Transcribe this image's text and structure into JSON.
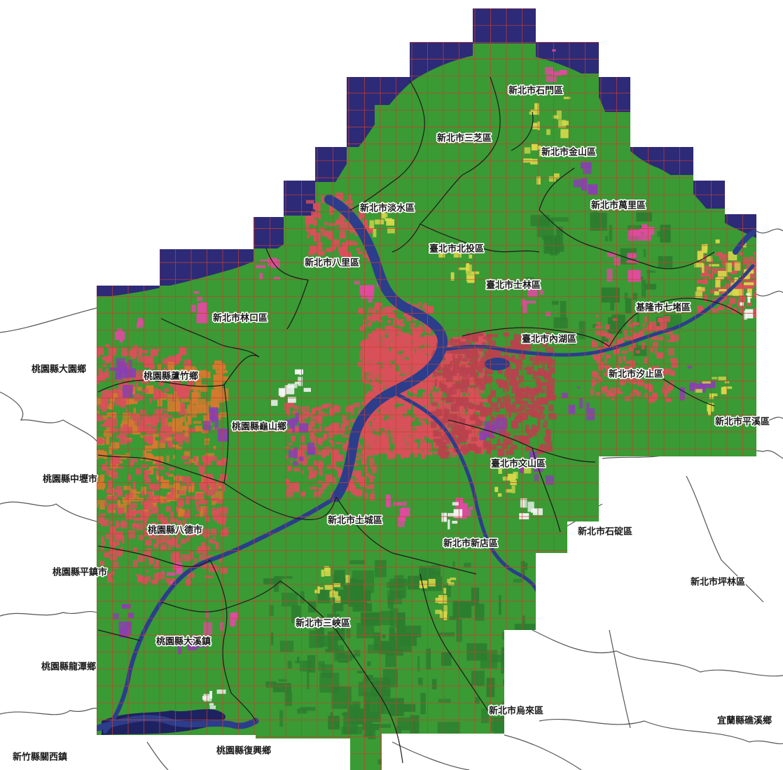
{
  "colors": {
    "sea": "#2d2a78",
    "land": "#3a9a34",
    "forest_dark": "#2c7d2f",
    "urban": "#d9505a",
    "urban_core": "#b8424f",
    "pink": "#e04aa0",
    "purple": "#8a3fb2",
    "orange": "#d47a2e",
    "yellow": "#d8d84a",
    "river": "#2c3d8c",
    "grid": "#c8402f",
    "boundary": "#1b1b1b",
    "outside": "#ffffff",
    "outside_boundary": "#555555"
  },
  "legend_icons": [
    "district-boundary",
    "tile-grid"
  ],
  "districts": [
    {
      "id": "shimen",
      "label": "新北市石門區"
    },
    {
      "id": "sanzhi",
      "label": "新北市三芝區"
    },
    {
      "id": "jinshan",
      "label": "新北市金山區"
    },
    {
      "id": "wanli",
      "label": "新北市萬里區"
    },
    {
      "id": "tamsui",
      "label": "新北市淡水區"
    },
    {
      "id": "beitou",
      "label": "臺北市北投區"
    },
    {
      "id": "bali",
      "label": "新北市八里區"
    },
    {
      "id": "shilin",
      "label": "臺北市士林區"
    },
    {
      "id": "qidu",
      "label": "基隆市七堵區"
    },
    {
      "id": "linkou",
      "label": "新北市林口區"
    },
    {
      "id": "neihu",
      "label": "臺北市內湖區"
    },
    {
      "id": "dayuan",
      "label": "桃園縣大園鄉"
    },
    {
      "id": "luzhu",
      "label": "桃園縣蘆竹鄉"
    },
    {
      "id": "xizhi",
      "label": "新北市汐止區"
    },
    {
      "id": "pingxi",
      "label": "新北市平溪區"
    },
    {
      "id": "guishan",
      "label": "桃園縣龜山鄉"
    },
    {
      "id": "wenshan",
      "label": "臺北市文山區"
    },
    {
      "id": "zhongli",
      "label": "桃園縣中壢市"
    },
    {
      "id": "tucheng",
      "label": "新北市土城區"
    },
    {
      "id": "bade",
      "label": "桃園縣八德市"
    },
    {
      "id": "shiding",
      "label": "新北市石碇區"
    },
    {
      "id": "xindian",
      "label": "新北市新店區"
    },
    {
      "id": "pingzhen",
      "label": "桃園縣平鎮市"
    },
    {
      "id": "pinglin",
      "label": "新北市坪林區"
    },
    {
      "id": "sanxia",
      "label": "新北市三峽區"
    },
    {
      "id": "daxi",
      "label": "桃園縣大溪鎮"
    },
    {
      "id": "longtan",
      "label": "桃園縣龍潭鄉"
    },
    {
      "id": "wulai",
      "label": "新北市烏來區"
    },
    {
      "id": "jiaoxi",
      "label": "宜蘭縣礁溪鄉"
    },
    {
      "id": "guanxi",
      "label": "新竹縣關西鎮"
    },
    {
      "id": "fuxing",
      "label": "桃園縣復興鄉"
    }
  ]
}
